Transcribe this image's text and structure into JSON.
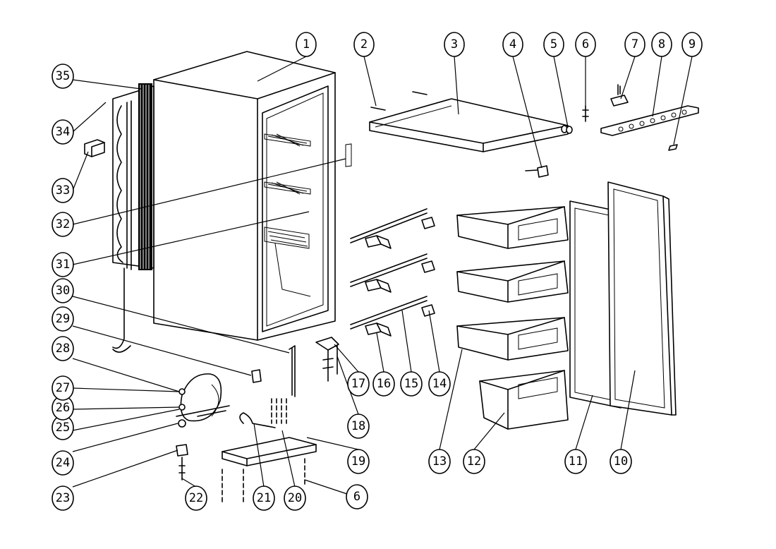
{
  "part_labels": [
    "1",
    "2",
    "3",
    "4",
    "5",
    "6",
    "7",
    "8",
    "9",
    "10",
    "11",
    "12",
    "13",
    "14",
    "15",
    "16",
    "17",
    "18",
    "19",
    "20",
    "21",
    "22",
    "23",
    "24",
    "25",
    "26",
    "27",
    "28",
    "29",
    "30",
    "31",
    "32",
    "33",
    "34",
    "35",
    "6"
  ]
}
